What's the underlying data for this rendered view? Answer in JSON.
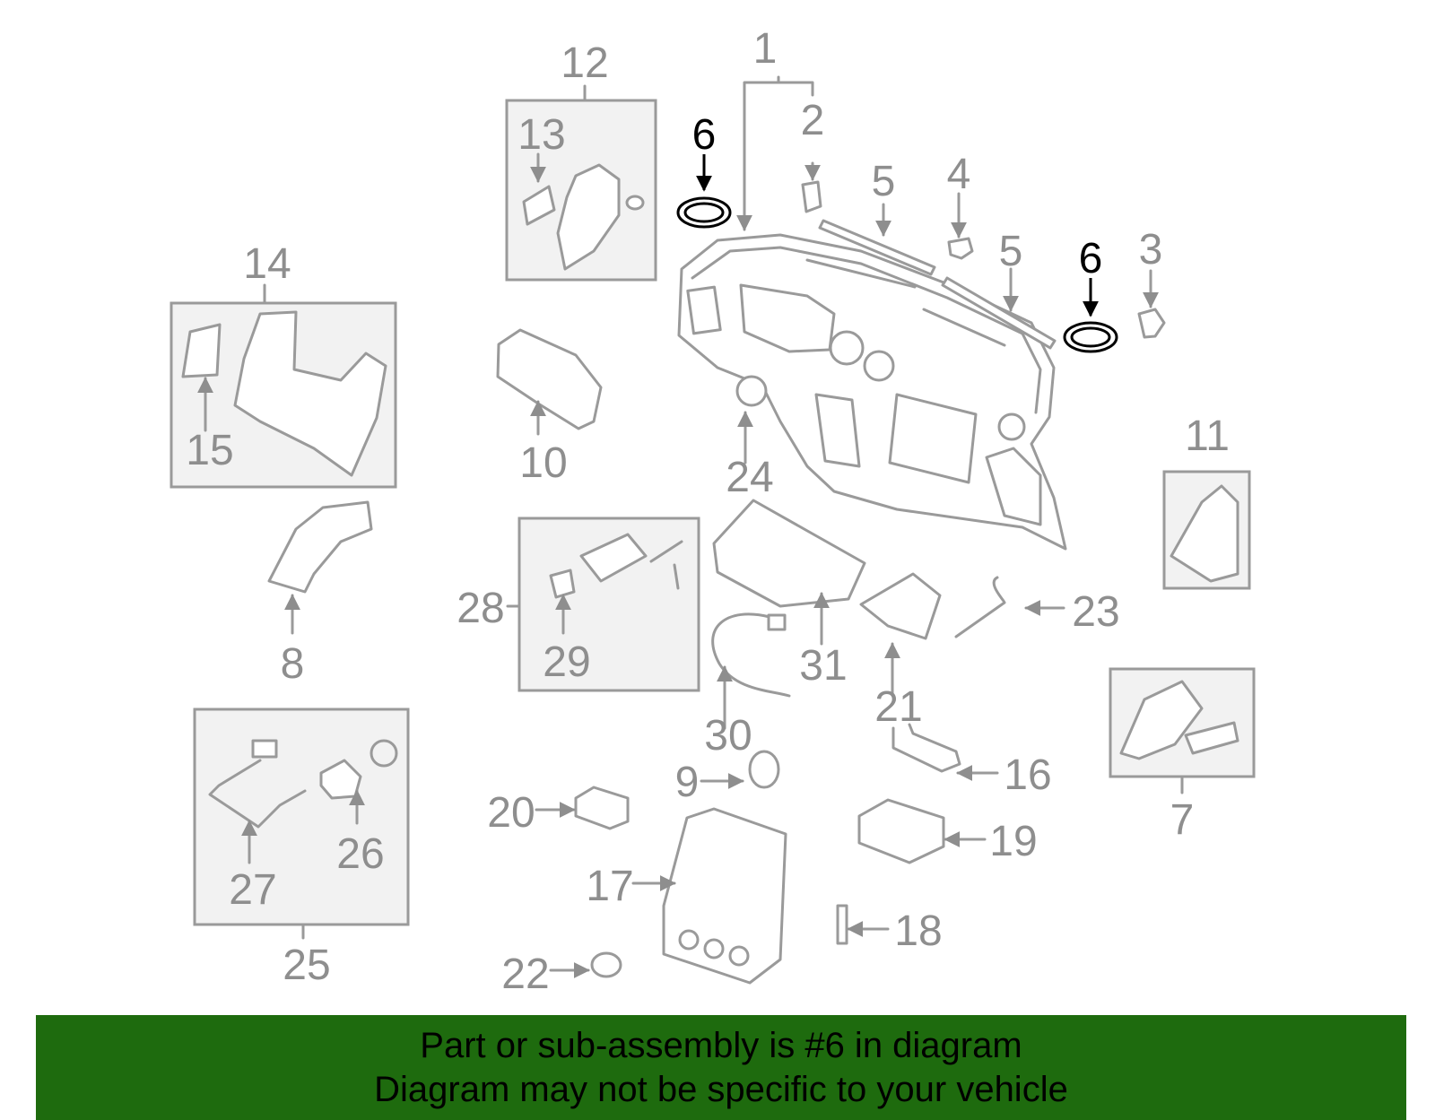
{
  "labels": {
    "p1": "1",
    "p2": "2",
    "p3": "3",
    "p4": "4",
    "p5a": "5",
    "p5b": "5",
    "p6a": "6",
    "p6b": "6",
    "p7": "7",
    "p8": "8",
    "p9": "9",
    "p10": "10",
    "p11": "11",
    "p12": "12",
    "p13": "13",
    "p14": "14",
    "p15": "15",
    "p16": "16",
    "p17": "17",
    "p18": "18",
    "p19": "19",
    "p20": "20",
    "p21": "21",
    "p22": "22",
    "p23": "23",
    "p24": "24",
    "p25": "25",
    "p26": "26",
    "p27": "27",
    "p28": "28",
    "p29": "29",
    "p30": "30",
    "p31": "31"
  },
  "colors": {
    "banner_bg": "#1e6b0e",
    "banner_text": "#000000",
    "line": "#9a9a9a",
    "highlight": "#000000"
  },
  "banner": {
    "line1": "Part or sub-assembly is #6 in diagram",
    "line2": "Diagram may not be specific to your vehicle"
  }
}
